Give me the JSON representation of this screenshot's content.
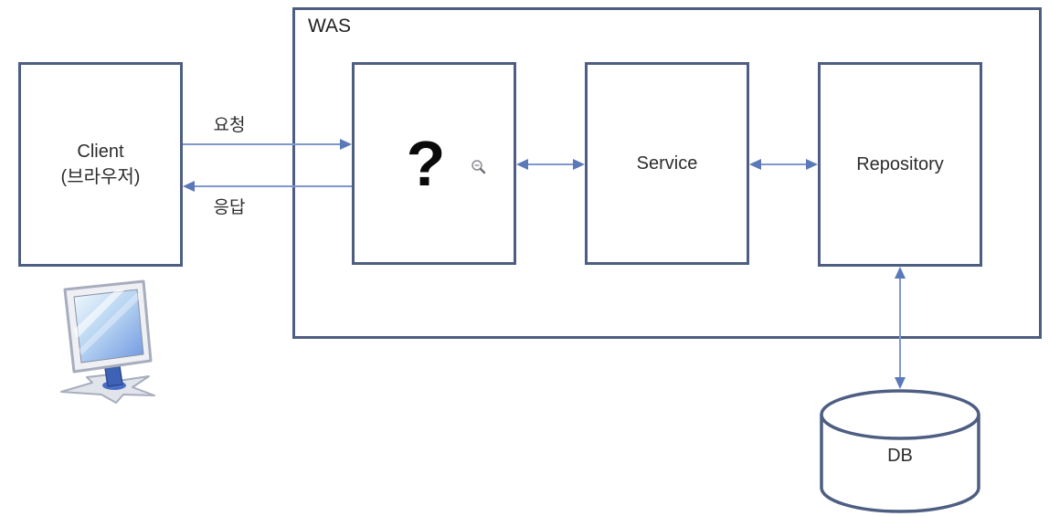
{
  "diagram": {
    "was": {
      "label": "WAS"
    },
    "client": {
      "line1": "Client",
      "line2": "(브라우저)"
    },
    "controller": {
      "label": "?"
    },
    "service": {
      "label": "Service"
    },
    "repository": {
      "label": "Repository"
    },
    "db": {
      "label": "DB"
    },
    "arrows": {
      "request_label": "요청",
      "response_label": "응답"
    },
    "icons": {
      "monitor": "computer-monitor-icon",
      "magnifier": "magnifier-icon"
    },
    "colors": {
      "box_border": "#4d5e82",
      "arrow_line": "#7e97cc",
      "arrow_head": "#5b78b8",
      "text": "#2d2d2d",
      "question_mark": "#0a0a0a",
      "background": "#ffffff"
    }
  }
}
